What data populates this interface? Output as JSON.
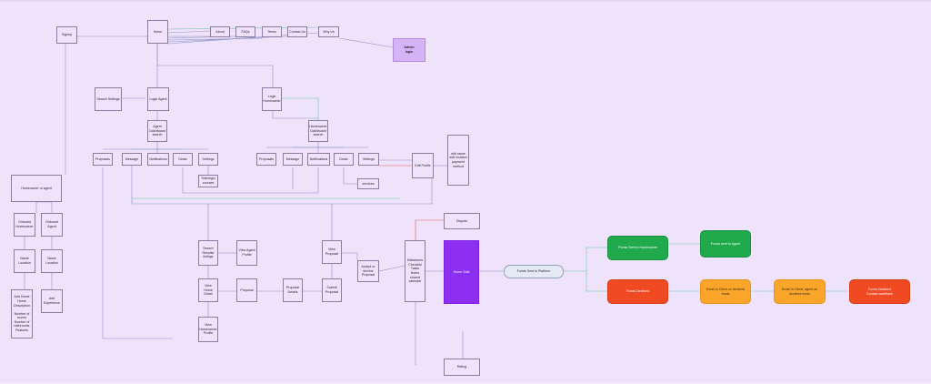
{
  "nodes": {
    "signup": "Signup",
    "home": "Home",
    "about": "About",
    "faqs": "FAQs",
    "terms": "Terms",
    "contact_us": "Contact Us",
    "why_us": "Why Us",
    "admin_login": "Admin\nlogin",
    "search_settings": "Search Settings",
    "login_agent": "Login Agent",
    "login_homeowner": "Login\nHomeowner",
    "agent_dashboard": "Agent\nDashboard\nsearch",
    "homeowner_dashboard": "Homeowner\nDashboard\nsearch",
    "agent_proposals": "Proposals",
    "agent_message": "Message",
    "agent_notifications": "Notifications",
    "agent_deals": "Deals",
    "agent_settings": "Settings",
    "trainings": "Trainings/\ncourses",
    "ho_proposals": "Proposals",
    "ho_message": "Message",
    "ho_notifications": "Notifications",
    "ho_deals": "Deals",
    "ho_settings": "Settings",
    "edit_profile": "Edit Profile",
    "edit_name": "edit name\nedit location\npayment\nmethod",
    "services": "services",
    "homeowner_or_agent": "Homeowner or agent",
    "onboard_homeowner": "Onboard\nHomeowner",
    "onboard_agent": "Onboard\nAgent",
    "ho_name_location": "Name\nLocation",
    "agent_name_location": "Name\nLocation",
    "add_home": "Add Home\nHome\nDescription\n\nNumber of\nrooms\nNumber of\nbathrooms\nFeatures",
    "add_experience": "Add\nExperience",
    "dispute": "Dispute",
    "search_results": "Search\nResults/\nlistings",
    "view_agent_profile": "View Agent\nProfile",
    "view_home_detail": "View Home\nDetail",
    "proposal": "Proposal",
    "proposal_details": "Proposal\nDetails",
    "submit_proposal": "Submit\nProposal",
    "view_proposal": "View\nProposal",
    "accept_decline": "Accept or\ndecline\nProposal",
    "milestones": "Milestones\nChecklist\nTasks\nNotes\nshared\ncalendar",
    "home_sold": "Home Sold",
    "view_homeowner_profile": "View\nHomeowner\nProfile",
    "funds_sent_platform": "Funds Sent to Platform",
    "funds_sent_homeowner": "Funds Sent to Homeowner",
    "funds_agent": "Funds sent to Agent",
    "funds_declined": "Funds Declined",
    "orange_msg_1": "Email to Client on declined funds",
    "orange_msg_2": "Email to Client, agent on declined funds",
    "funds_declined_contact": "Funds Declined\nContact card/bank",
    "rating": "Rating"
  },
  "colors": {
    "canvas": "#efe2fb",
    "wire": "#8e94c8",
    "wire_green": "#6fc7a6",
    "wire_red": "#e2584a",
    "wire_dark": "#6d6382"
  }
}
